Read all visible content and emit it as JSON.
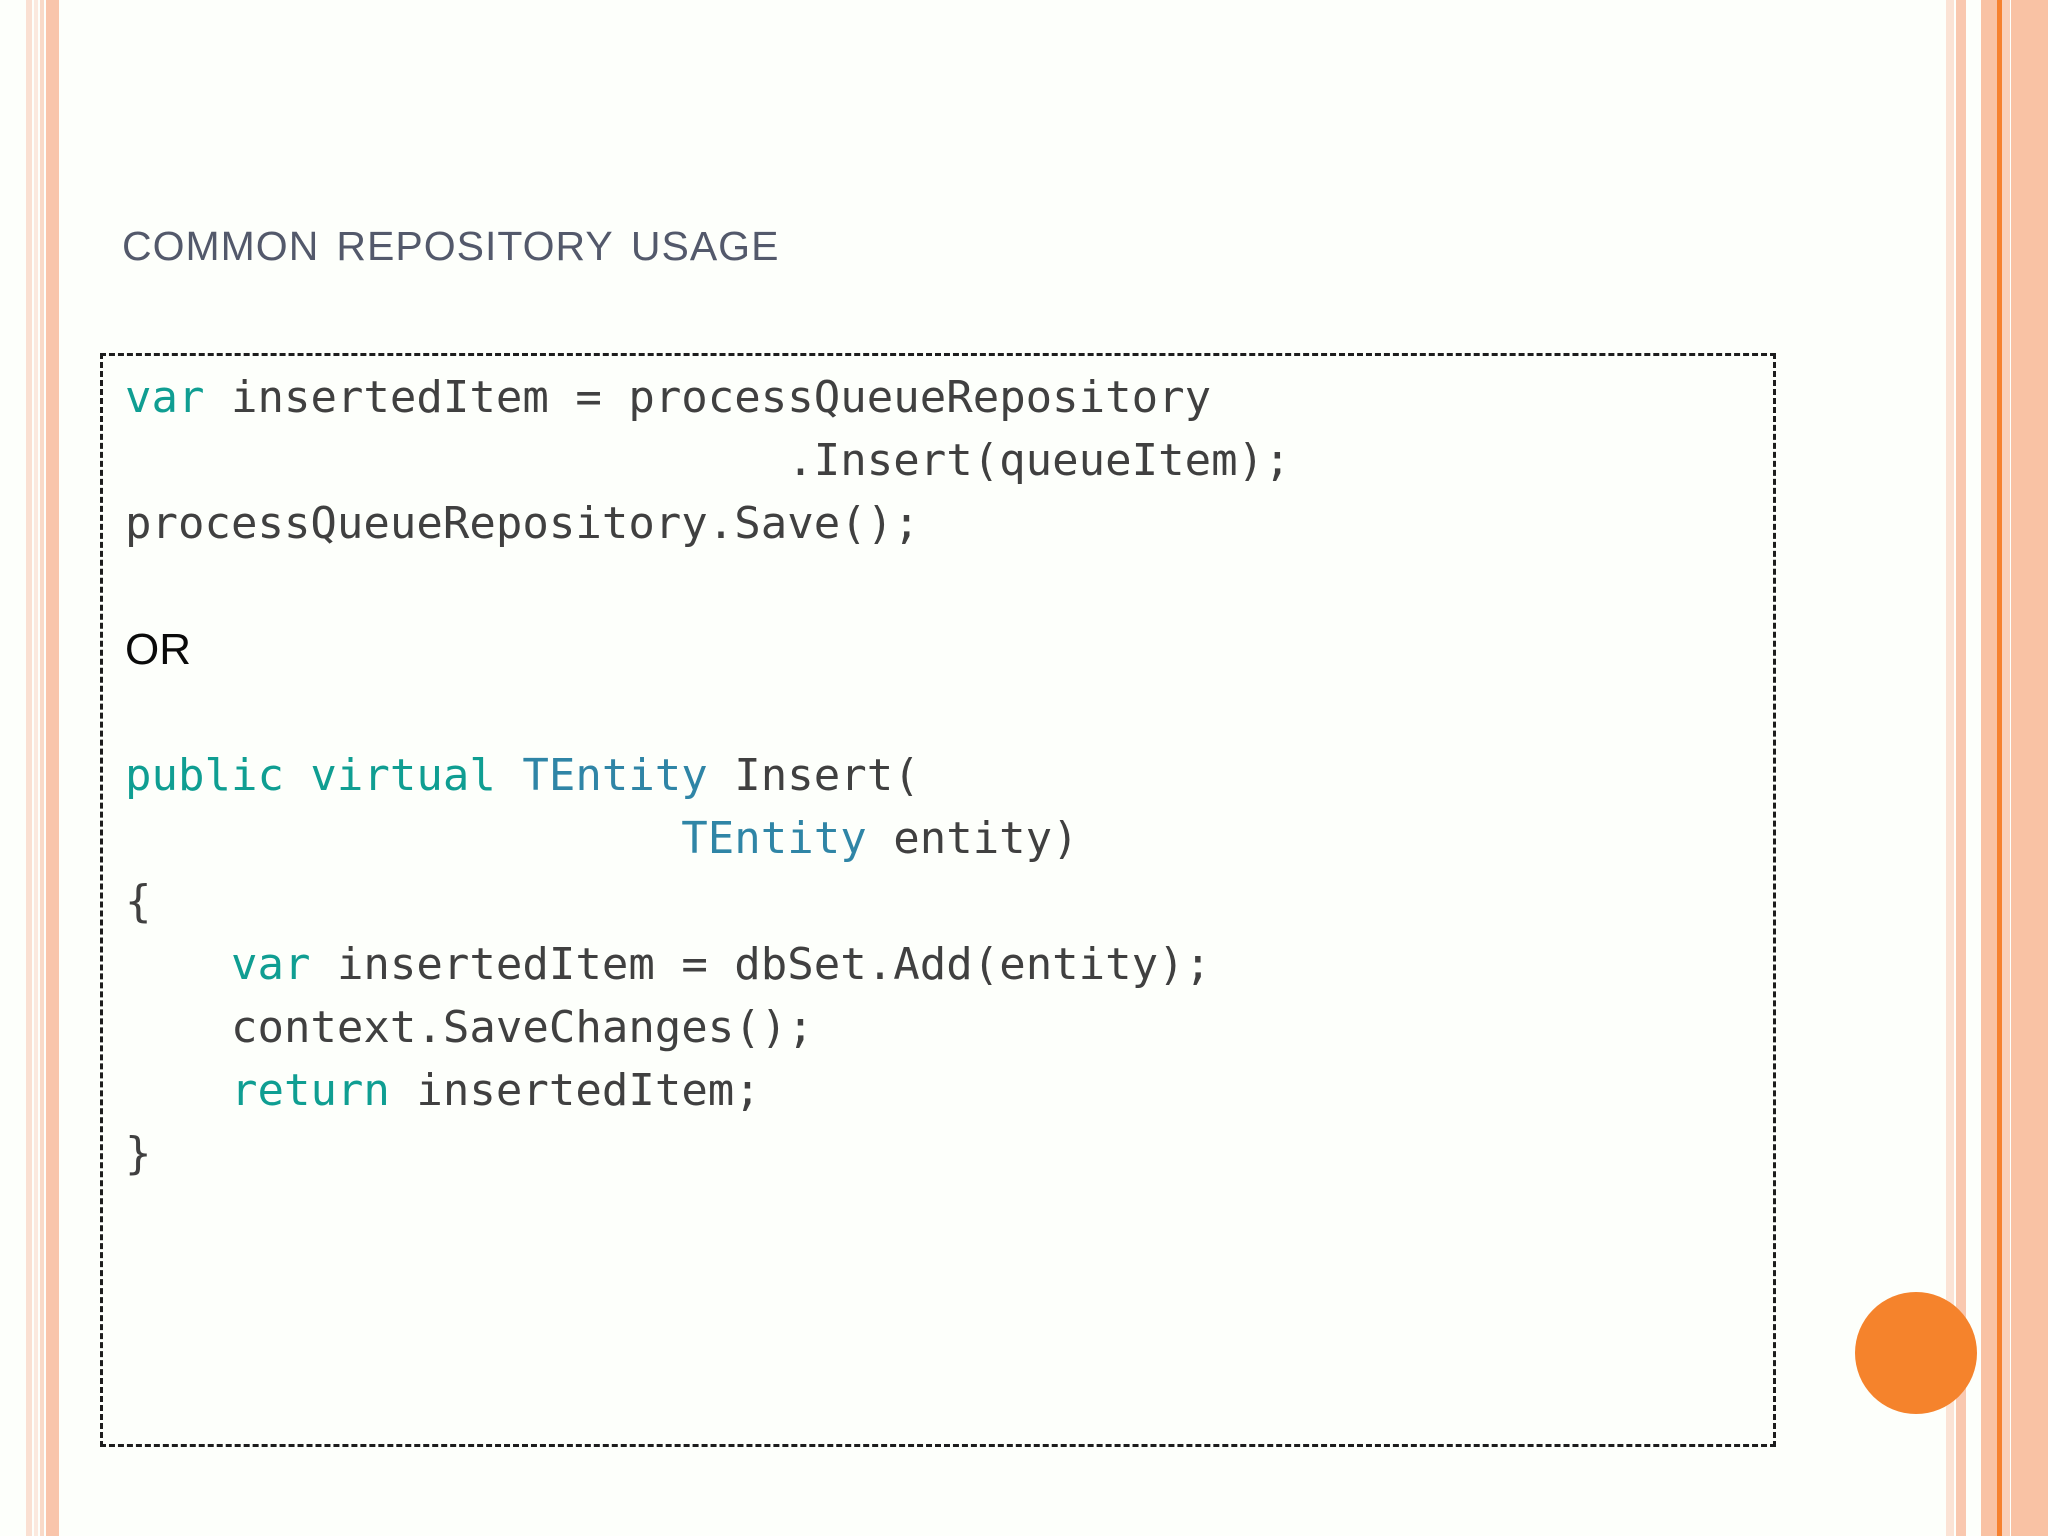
{
  "slide": {
    "title": "Common repository usage",
    "title_first_letter": "C",
    "title_rest": "ommon repository usage",
    "background_color": "#fdfffb",
    "title_color": "#53596b",
    "accent_orange": "#f5832c",
    "accent_peach": "#f9c2a4"
  },
  "code_box": {
    "border_style": "dashed",
    "border_color": "#1d1d1d",
    "keyword_color": "#0f9e92",
    "type_color": "#2f85a6",
    "text_color": "#404040",
    "lines": [
      {
        "id": "line-1",
        "segments": [
          {
            "text": "var",
            "style": "keyword"
          },
          {
            "text": " insertedItem = processQueueRepository",
            "style": "plain"
          }
        ]
      },
      {
        "id": "line-2",
        "segments": [
          {
            "text": "                         .Insert(queueItem);",
            "style": "plain"
          }
        ]
      },
      {
        "id": "line-3",
        "segments": [
          {
            "text": "processQueueRepository.Save();",
            "style": "plain"
          }
        ]
      },
      {
        "id": "line-4",
        "segments": [
          {
            "text": " ",
            "style": "plain"
          }
        ]
      },
      {
        "id": "line-5",
        "kind": "or",
        "segments": [
          {
            "text": "OR",
            "style": "or"
          }
        ]
      },
      {
        "id": "line-6",
        "segments": [
          {
            "text": " ",
            "style": "plain"
          }
        ]
      },
      {
        "id": "line-7",
        "segments": [
          {
            "text": "public virtual ",
            "style": "keyword"
          },
          {
            "text": "TEntity",
            "style": "type"
          },
          {
            "text": " Insert(",
            "style": "plain"
          }
        ]
      },
      {
        "id": "line-8",
        "segments": [
          {
            "text": "                     ",
            "style": "plain"
          },
          {
            "text": "TEntity",
            "style": "type"
          },
          {
            "text": " entity)",
            "style": "plain"
          }
        ]
      },
      {
        "id": "line-9",
        "segments": [
          {
            "text": "{",
            "style": "plain"
          }
        ]
      },
      {
        "id": "line-10",
        "segments": [
          {
            "text": "    ",
            "style": "plain"
          },
          {
            "text": "var",
            "style": "keyword"
          },
          {
            "text": " insertedItem = dbSet.Add(entity);",
            "style": "plain"
          }
        ]
      },
      {
        "id": "line-11",
        "segments": [
          {
            "text": "    context.SaveChanges();",
            "style": "plain"
          }
        ]
      },
      {
        "id": "line-12",
        "segments": [
          {
            "text": "    ",
            "style": "plain"
          },
          {
            "text": "return",
            "style": "keyword"
          },
          {
            "text": " insertedItem;",
            "style": "plain"
          }
        ]
      },
      {
        "id": "line-13",
        "segments": [
          {
            "text": "}",
            "style": "plain"
          }
        ]
      }
    ]
  }
}
